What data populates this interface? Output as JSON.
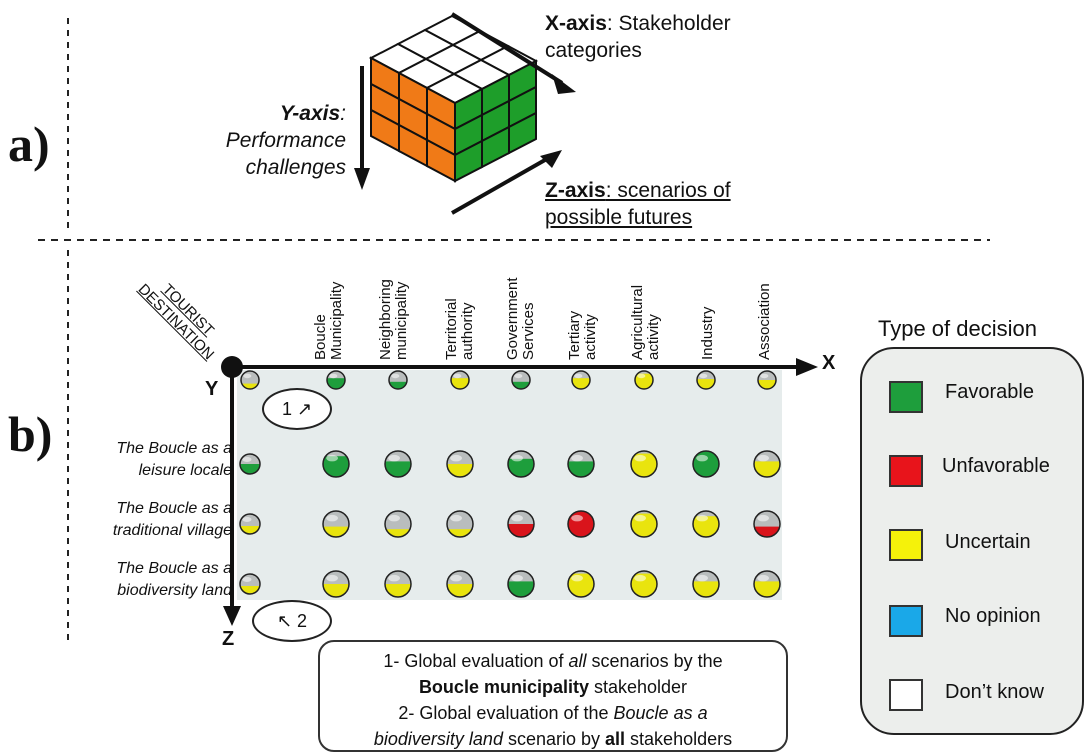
{
  "panel_a": {
    "label": "a)",
    "x_axis_bold": "X-axis",
    "x_axis_rest": ": Stakeholder",
    "x_axis_line2": "categories",
    "y_axis_bold": "Y-axis",
    "y_axis_colon": ":",
    "y_axis_line2": "Performance",
    "y_axis_line3": "challenges",
    "z_axis_bold": "Z-axis",
    "z_axis_rest": ": scenarios of",
    "z_axis_line2": "possible futures",
    "cube_colors": {
      "top": "#ffffff",
      "left": "#f07a17",
      "right": "#1e9e2a"
    }
  },
  "panel_b": {
    "label": "b)",
    "origin_label": "TOURIST DESTINATION",
    "origin_line1": "TOURIST",
    "origin_line2": "DESTINATION",
    "axis_x": "X",
    "axis_y": "Y",
    "axis_z": "Z",
    "stakeholders": [
      "Boucle\nMunicipality",
      "Neighboring\nmunicipality",
      "Territorial\nauthority",
      "Government\nServices",
      "Tertiary\nactivity",
      "Agricultural\nactivity",
      "Industry",
      "Association"
    ],
    "scenarios": [
      {
        "line1": "The Boucle as a",
        "line2": "leisure locale"
      },
      {
        "line1": "The Boucle as a",
        "line2": "traditional village"
      },
      {
        "line1": "The Boucle as a",
        "line2": "biodiversity land"
      }
    ],
    "marker_1": "1 ↗",
    "marker_2": "↖ 2",
    "note_line1_pre": "1- Global evaluation of ",
    "note_line1_em": "all",
    "note_line1_post": " scenarios by the",
    "note_line2_bold": "Boucle municipality",
    "note_line2_post": " stakeholder",
    "note_line3_pre": "2- Global evaluation of the ",
    "note_line3_em": "Boucle as a",
    "note_line4_em": "biodiversity land",
    "note_line4_mid": " scenario by ",
    "note_line4_bold": "all",
    "note_line4_post": " stakeholders"
  },
  "legend": {
    "title": "Type of decision",
    "items": [
      {
        "label": "Favorable",
        "color": "#1e9e3c"
      },
      {
        "label": "Unfavorable",
        "color": "#e8141b"
      },
      {
        "label": "Uncertain",
        "color": "#f5f20a"
      },
      {
        "label": "No opinion",
        "color": "#1aa8e8"
      },
      {
        "label": "Don’t know",
        "color": "#ffffff"
      }
    ]
  },
  "colors": {
    "grey": "#b9bdbd",
    "green": "#1e9e3c",
    "red": "#d9141b",
    "yellow": "#e9e40e",
    "grid_bg": "#e6ecec"
  },
  "balls": {
    "columns": [
      "global",
      "Boucle Municipality",
      "Neighboring municipality",
      "Territorial authority",
      "Government Services",
      "Tertiary activity",
      "Agricultural activity",
      "Industry",
      "Association"
    ],
    "rows": [
      {
        "row": "global",
        "cells": [
          {
            "color": "yellow",
            "fill": 0.3
          },
          {
            "color": "green",
            "fill": 0.6
          },
          {
            "color": "green",
            "fill": 0.4
          },
          {
            "color": "yellow",
            "fill": 0.6
          },
          {
            "color": "green",
            "fill": 0.4
          },
          {
            "color": "yellow",
            "fill": 0.6
          },
          {
            "color": "yellow",
            "fill": 0.85
          },
          {
            "color": "yellow",
            "fill": 0.55
          },
          {
            "color": "yellow",
            "fill": 0.5
          }
        ]
      },
      {
        "row": "The Boucle as a leisure locale",
        "cells": [
          {
            "color": "green",
            "fill": 0.5
          },
          {
            "color": "green",
            "fill": 0.8
          },
          {
            "color": "green",
            "fill": 0.6
          },
          {
            "color": "yellow",
            "fill": 0.5
          },
          {
            "color": "green",
            "fill": 0.7
          },
          {
            "color": "green",
            "fill": 0.6
          },
          {
            "color": "yellow",
            "fill": 0.9
          },
          {
            "color": "green",
            "fill": 1.0
          },
          {
            "color": "yellow",
            "fill": 0.6
          }
        ]
      },
      {
        "row": "The Boucle as a traditional village",
        "cells": [
          {
            "color": "yellow",
            "fill": 0.4
          },
          {
            "color": "yellow",
            "fill": 0.4
          },
          {
            "color": "yellow",
            "fill": 0.3
          },
          {
            "color": "yellow",
            "fill": 0.3
          },
          {
            "color": "red",
            "fill": 0.5
          },
          {
            "color": "red",
            "fill": 1.0
          },
          {
            "color": "yellow",
            "fill": 0.9
          },
          {
            "color": "yellow",
            "fill": 0.8
          },
          {
            "color": "red",
            "fill": 0.4
          }
        ]
      },
      {
        "row": "The Boucle as a biodiversity land",
        "cells": [
          {
            "color": "yellow",
            "fill": 0.4
          },
          {
            "color": "yellow",
            "fill": 0.5
          },
          {
            "color": "yellow",
            "fill": 0.5
          },
          {
            "color": "yellow",
            "fill": 0.5
          },
          {
            "color": "green",
            "fill": 0.6
          },
          {
            "color": "yellow",
            "fill": 0.9
          },
          {
            "color": "yellow",
            "fill": 0.9
          },
          {
            "color": "yellow",
            "fill": 0.6
          },
          {
            "color": "yellow",
            "fill": 0.6
          }
        ]
      }
    ]
  }
}
